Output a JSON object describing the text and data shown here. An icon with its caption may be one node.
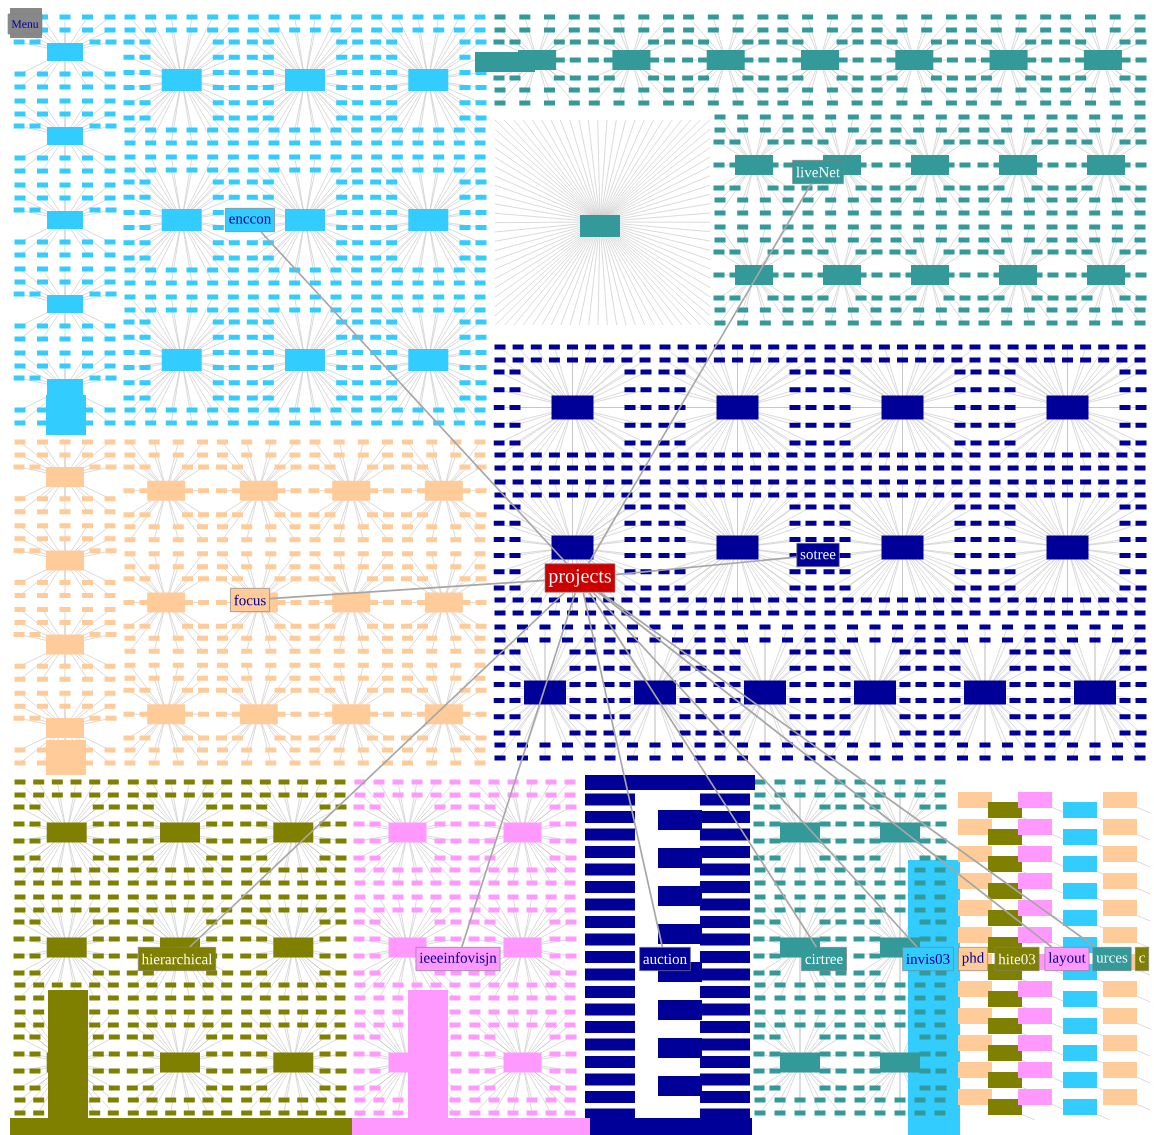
{
  "diagram": {
    "nodes": [
      {
        "text": [
          "Menu"
        ]
      },
      {
        "text": [
          "enccon"
        ]
      },
      {
        "text": [
          "liveNet"
        ]
      },
      {
        "text": [
          "projects"
        ]
      },
      {
        "text": [
          "sotree"
        ]
      },
      {
        "text": [
          "focus"
        ]
      },
      {
        "text": [
          "hierarchical"
        ]
      },
      {
        "text": [
          "ieeeinfovisjn"
        ]
      },
      {
        "text": [
          "auction"
        ]
      },
      {
        "text": [
          "cirtree"
        ]
      },
      {
        "text": [
          "invis03"
        ]
      },
      {
        "text": [
          "phd"
        ]
      },
      {
        "text": [
          "hite03"
        ]
      },
      {
        "text": [
          "layout"
        ]
      },
      {
        "text": [
          "urces"
        ]
      },
      {
        "text": [
          "c"
        ]
      }
    ],
    "edges": [
      {
        "from": 3,
        "to": 1,
        "arrow": "none"
      },
      {
        "from": 3,
        "to": 2,
        "arrow": "none"
      },
      {
        "from": 3,
        "to": 4,
        "arrow": "none"
      },
      {
        "from": 3,
        "to": 5,
        "arrow": "none"
      },
      {
        "from": 3,
        "to": 6,
        "arrow": "none"
      },
      {
        "from": 3,
        "to": 7,
        "arrow": "none"
      },
      {
        "from": 3,
        "to": 8,
        "arrow": "none"
      },
      {
        "from": 3,
        "to": 9,
        "arrow": "none"
      },
      {
        "from": 3,
        "to": 10,
        "arrow": "none"
      },
      {
        "from": 3,
        "to": 13,
        "arrow": "none"
      },
      {
        "from": 3,
        "to": 14,
        "arrow": "none"
      }
    ]
  }
}
